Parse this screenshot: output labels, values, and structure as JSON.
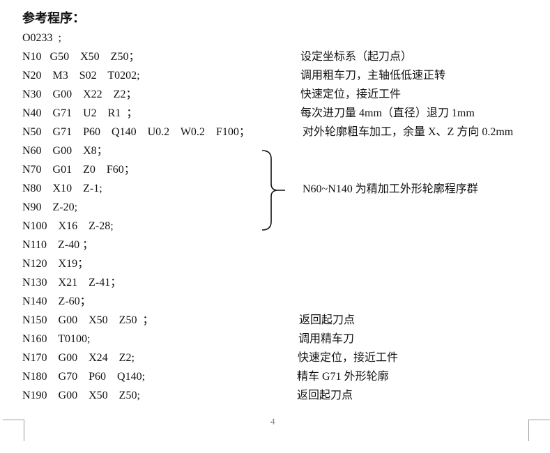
{
  "heading": "参考程序：",
  "lines": [
    {
      "code": "O0233  ;",
      "comment": ""
    },
    {
      "code": "N10   G50    X50    Z50；",
      "comment": "设定坐标系（起刀点）"
    },
    {
      "code": "N20    M3    S02    T0202;",
      "comment": "调用粗车刀，主轴低低速正转"
    },
    {
      "code": "N30    G00    X22    Z2；",
      "comment": "快速定位，接近工件"
    },
    {
      "code": "N40    G71    U2    R1  ；",
      "comment": "每次进刀量 4mm（直径）退刀 1mm"
    },
    {
      "code": "N50    G71    P60    Q140    U0.2    W0.2    F100；",
      "comment": "对外轮廓粗车加工，余量 X、Z 方向 0.2mm"
    },
    {
      "code": "N60    G00    X8；",
      "comment": ""
    },
    {
      "code": "N70    G01    Z0    F60；",
      "comment": ""
    },
    {
      "code": "N80    X10    Z-1;",
      "comment": ""
    },
    {
      "code": "N90    Z-20;",
      "comment": ""
    },
    {
      "code": "N100    X16    Z-28;",
      "comment": ""
    },
    {
      "code": "N110    Z-40 ；",
      "comment": ""
    },
    {
      "code": "N120    X19；",
      "comment": ""
    },
    {
      "code": "N130    X21    Z-41；",
      "comment": ""
    },
    {
      "code": "N140    Z-60；",
      "comment": ""
    },
    {
      "code": "N150    G00    X50    Z50  ；",
      "comment": "返回起刀点"
    },
    {
      "code": "N160    T0100;",
      "comment": "调用精车刀"
    },
    {
      "code": "N170    G00    X24    Z2;",
      "comment": "快速定位，接近工件"
    },
    {
      "code": "N180    G70    P60    Q140;",
      "comment": "精车 G71 外形轮廓"
    },
    {
      "code": "N190    G00    X50    Z50;",
      "comment": "返回起刀点"
    }
  ],
  "brace_comment": "N60~N140 为精加工外形轮廓程序群",
  "page_number": "4"
}
